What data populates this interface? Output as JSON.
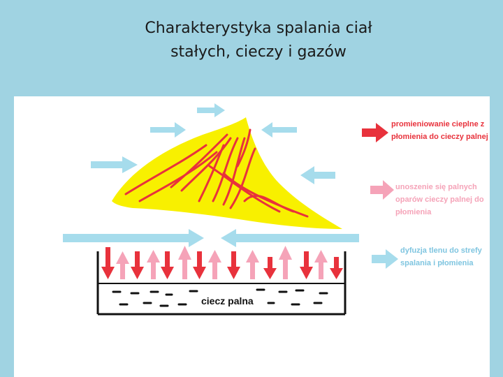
{
  "slide": {
    "title_line1": "Charakterystyka spalania ciał",
    "title_line2": "stałych, cieczy i gazów"
  },
  "diagram": {
    "liquid_label": "ciecz palna",
    "legend": [
      {
        "label": "promieniowanie cieplne z płomienia do cieczy palnej",
        "color": "#e8323c",
        "icon": "red-arrow-right-icon"
      },
      {
        "label": "unoszenie się palnych oparów cieczy palnej do płomienia",
        "color": "#f5a3b8",
        "icon": "pink-arrow-right-icon"
      },
      {
        "label": "dyfuzja tlenu do strefy spalania i płomienia",
        "color": "#7fc5e0",
        "icon": "blue-arrow-right-icon"
      }
    ],
    "colors": {
      "flame": "#f8f000",
      "flame_lines": "#e8323c",
      "heat_arrows": "#e8323c",
      "vapor_arrows": "#f5a3b8",
      "oxygen_arrows": "#a6dcec"
    }
  }
}
